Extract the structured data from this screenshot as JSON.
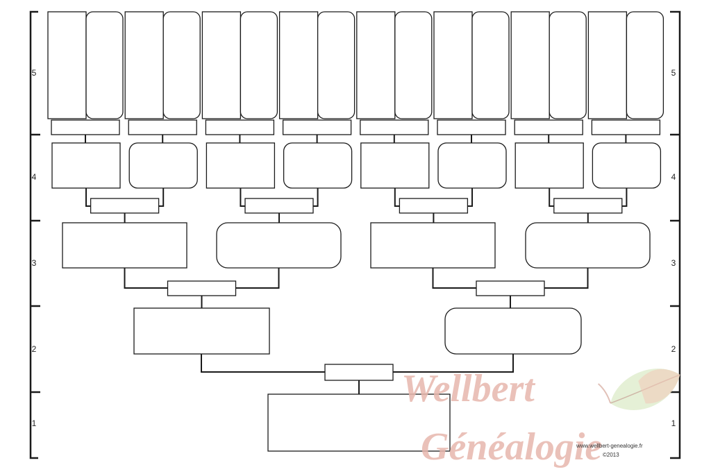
{
  "generations": {
    "left": [
      "5",
      "4",
      "3",
      "2",
      "1"
    ],
    "right": [
      "5",
      "4",
      "3",
      "2",
      "1"
    ]
  },
  "watermark": {
    "line1": "Wellbert",
    "line2": "Généalogie",
    "website": "www.wellbert-genealogie.fr",
    "copyright": "©2013",
    "leaf_icon": "leaf-icon",
    "color": "#e7b7ad"
  }
}
